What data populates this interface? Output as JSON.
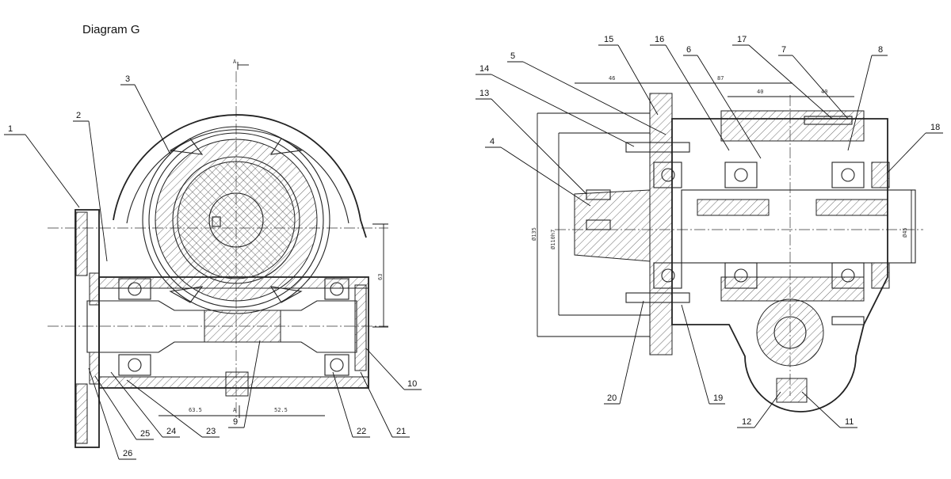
{
  "title": "Diagram G",
  "left_view": {
    "part_numbers": [
      "1",
      "2",
      "3",
      "9",
      "10",
      "21",
      "22",
      "23",
      "24",
      "25",
      "26"
    ],
    "dimensions": {
      "height_63": "63",
      "left_length": "63.5",
      "right_length": "52.5"
    },
    "section_marks": [
      "A",
      "A"
    ]
  },
  "right_view": {
    "part_numbers": [
      "15",
      "16",
      "6",
      "17",
      "7",
      "8",
      "5",
      "14",
      "13",
      "4",
      "18",
      "20",
      "19",
      "12",
      "11"
    ],
    "dimensions": {
      "d135": "Ø135",
      "d110": "Ø110h7",
      "d45": "Ø45",
      "len46": "46",
      "len87": "87",
      "len40a": "40",
      "len40b": "40"
    }
  }
}
